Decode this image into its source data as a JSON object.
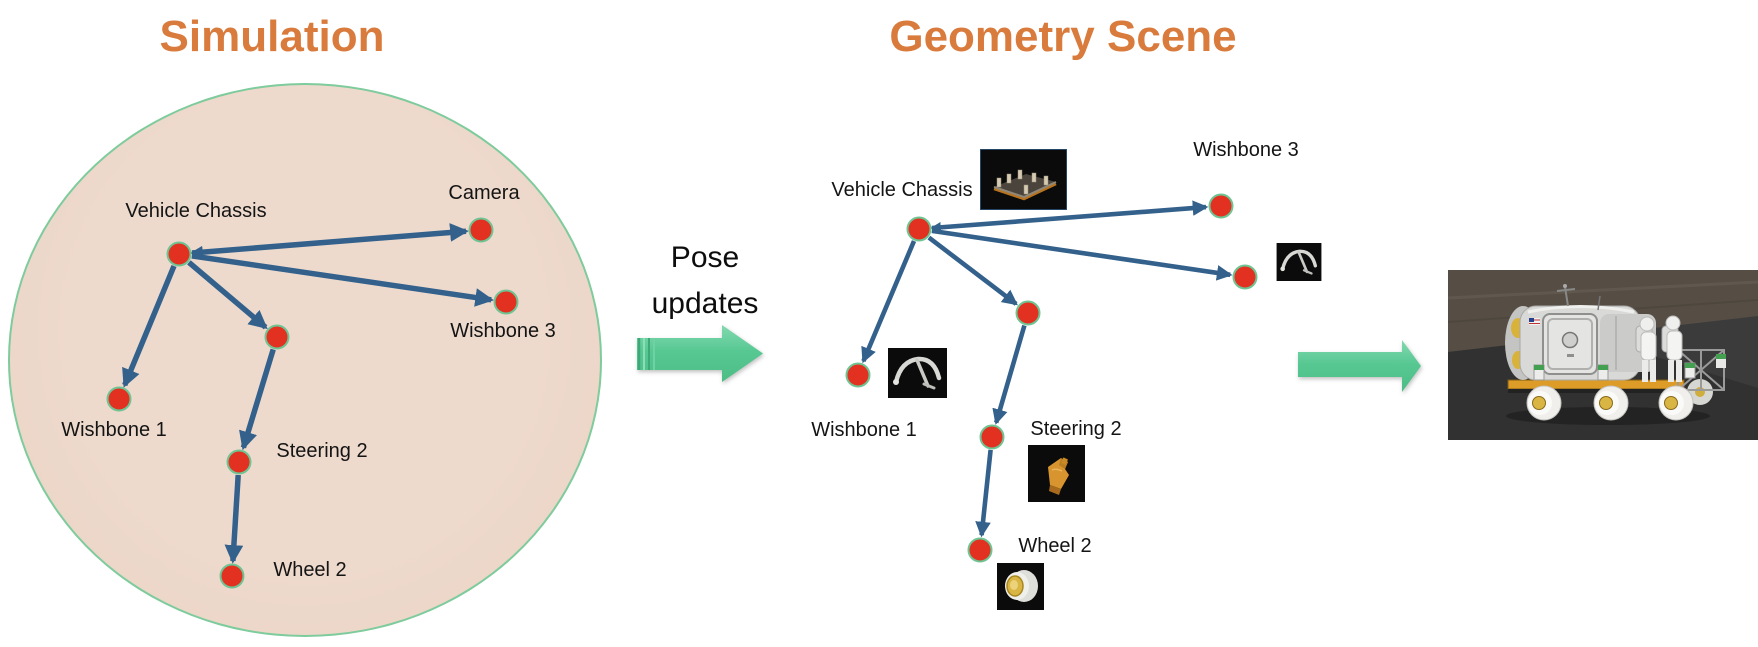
{
  "simulation": {
    "title": "Simulation",
    "nodes": {
      "vehicle_chassis": "Vehicle Chassis",
      "camera": "Camera",
      "wishbone3": "Wishbone 3",
      "wishbone1": "Wishbone 1",
      "steering2": "Steering 2",
      "wheel2": "Wheel 2"
    }
  },
  "pose_updates": {
    "line1": "Pose",
    "line2": "updates"
  },
  "geometry_scene": {
    "title": "Geometry Scene",
    "nodes": {
      "vehicle_chassis": "Vehicle Chassis",
      "wishbone3": "Wishbone 3",
      "wishbone1": "Wishbone 1",
      "steering2": "Steering 2",
      "wheel2": "Wheel 2"
    },
    "thumbnails": {
      "vehicle_chassis": "chassis-3d-thumbnail",
      "wishbone1": "wishbone-3d-thumbnail",
      "wishbone3": "wishbone-3d-thumbnail",
      "steering2": "steering-3d-thumbnail",
      "wheel2": "wheel-3d-thumbnail"
    }
  },
  "rover_render": {
    "description": "3D rendered lunar rover with two astronauts on dark terrain"
  },
  "colors": {
    "title_orange": "#d97b3c",
    "node_red": "#e23120",
    "node_border_green": "#6fc493",
    "edge_blue": "#33618c",
    "ellipse_fill": "#ecd7c9",
    "ellipse_border": "#7ecb9c",
    "block_arrow_green": "#58c893",
    "label_text": "#141414"
  }
}
